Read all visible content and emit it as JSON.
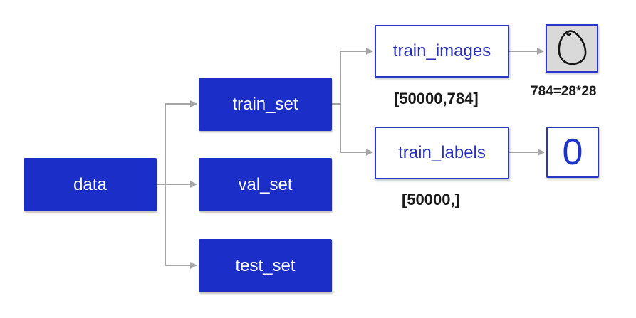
{
  "nodes": {
    "data": "data",
    "train_set": "train_set",
    "val_set": "val_set",
    "test_set": "test_set",
    "train_images": "train_images",
    "train_labels": "train_labels",
    "label_value": "0"
  },
  "shapes": {
    "train_images": "[50000,784]",
    "train_labels": "[50000,]",
    "image_size": "784=28*28"
  },
  "colors": {
    "node_fill": "#1b2fc8",
    "outline": "#2a37c6",
    "connector": "#a6a6a6",
    "thumbnail_bg": "#d9d9d9"
  },
  "icons": {
    "digit_image": "handwritten-digit-zero-icon"
  }
}
